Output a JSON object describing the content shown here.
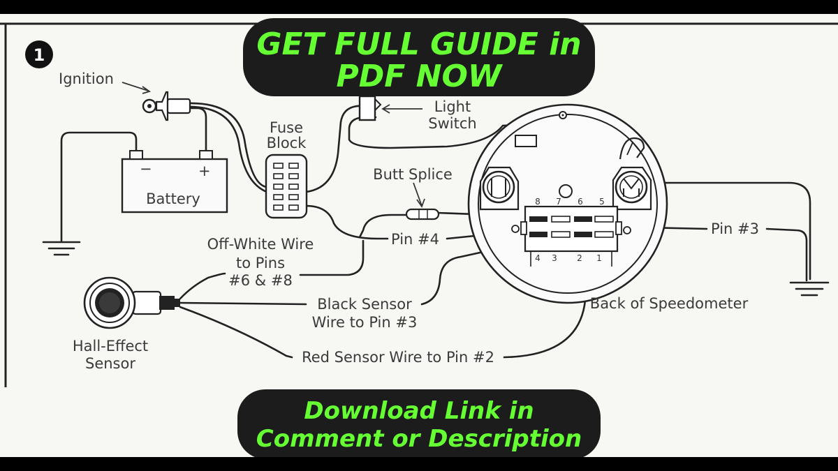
{
  "badge": "❶",
  "banners": {
    "top_line1": "GET FULL GUIDE in",
    "top_line2": "PDF NOW",
    "bottom_line1": "Download Link in",
    "bottom_line2": "Comment or Description"
  },
  "labels": {
    "ignition": "Ignition",
    "battery": "Battery",
    "battery_minus": "−",
    "battery_plus": "+",
    "fuse_block_1": "Fuse",
    "fuse_block_2": "Block",
    "light_switch_1": "Light",
    "light_switch_2": "Switch",
    "butt_splice": "Butt Splice",
    "pin4": "Pin #4",
    "pin3": "Pin #3",
    "off_white_1": "Off-White Wire",
    "off_white_2": "to Pins",
    "off_white_3": "#6 & #8",
    "black_sensor_1": "Black Sensor",
    "black_sensor_2": "Wire to Pin #3",
    "red_sensor": "Red Sensor Wire to Pin #2",
    "hall_1": "Hall-Effect",
    "hall_2": "Sensor",
    "back_speedo": "Back of Speedometer"
  },
  "pins": {
    "p8": "8",
    "p7": "7",
    "p6": "6",
    "p5": "5",
    "p4": "4",
    "p3": "3",
    "p2": "2",
    "p1": "1"
  }
}
